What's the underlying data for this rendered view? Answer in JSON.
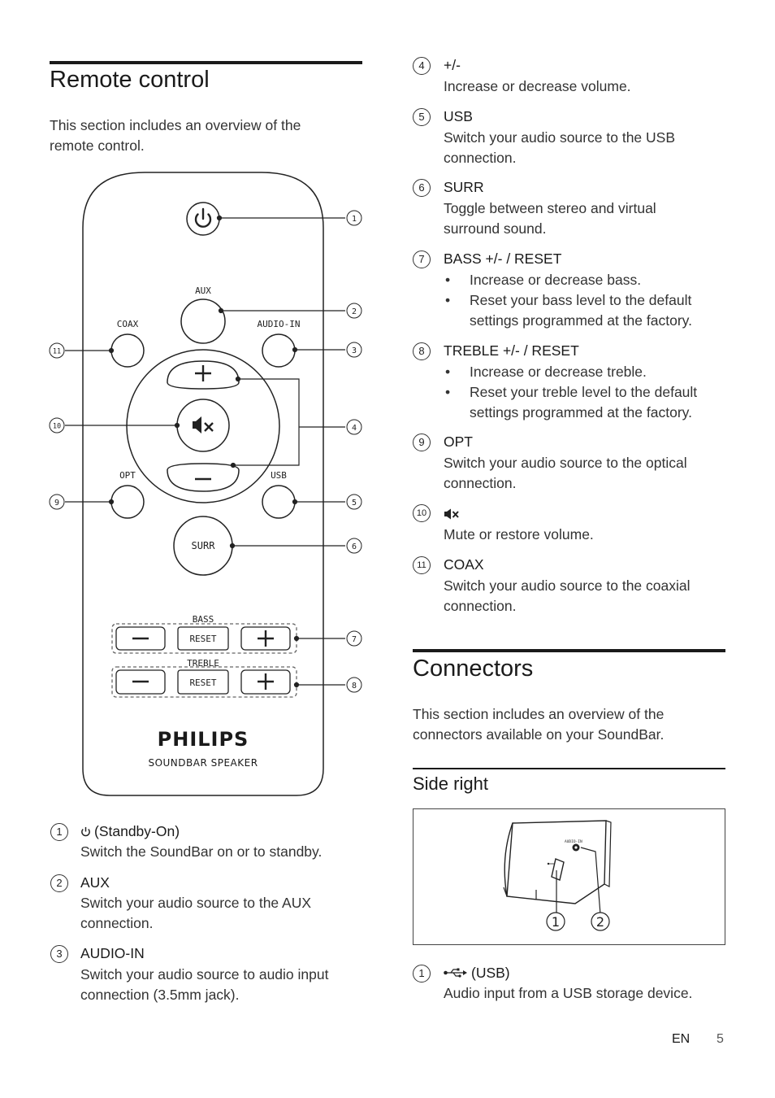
{
  "remote_section": {
    "title": "Remote control",
    "intro": "This section includes an overview of the remote control."
  },
  "remote_labels": {
    "aux": "AUX",
    "coax": "COAX",
    "audio_in": "AUDIO-IN",
    "opt": "OPT",
    "usb": "USB",
    "surr": "SURR",
    "bass": "BASS",
    "treble": "TREBLE",
    "reset": "RESET",
    "brand": "PHILIPS",
    "product": "SOUNDBAR SPEAKER"
  },
  "callouts": [
    "1",
    "2",
    "3",
    "4",
    "5",
    "6",
    "7",
    "8",
    "9",
    "10",
    "11"
  ],
  "left_items": [
    {
      "num": "1",
      "title": "(Standby-On)",
      "icon": "power-icon",
      "desc": "Switch the SoundBar on or to standby."
    },
    {
      "num": "2",
      "title": "AUX",
      "desc": "Switch your audio source to the AUX connection."
    },
    {
      "num": "3",
      "title": "AUDIO-IN",
      "desc": "Switch your audio source to audio input connection (3.5mm jack)."
    }
  ],
  "right_items": [
    {
      "num": "4",
      "title": "+/-",
      "desc": "Increase or decrease volume."
    },
    {
      "num": "5",
      "title": "USB",
      "desc": "Switch your audio source to the USB connection."
    },
    {
      "num": "6",
      "title": "SURR",
      "desc": "Toggle between stereo and virtual surround sound."
    },
    {
      "num": "7",
      "title": "BASS +/- / RESET",
      "bullets": [
        "Increase or decrease bass.",
        "Reset your bass level to the default settings programmed at the factory."
      ]
    },
    {
      "num": "8",
      "title": "TREBLE +/- / RESET",
      "bullets": [
        "Increase or decrease treble.",
        "Reset your treble level to the default settings programmed at the factory."
      ]
    },
    {
      "num": "9",
      "title": "OPT",
      "desc": "Switch your audio source to the optical connection."
    },
    {
      "num": "10",
      "title": "",
      "icon": "mute-icon",
      "desc": "Mute or restore volume."
    },
    {
      "num": "11",
      "title": "COAX",
      "desc": "Switch your audio source to the coaxial connection."
    }
  ],
  "connectors_section": {
    "title": "Connectors",
    "intro": "This section includes an overview of the connectors available on your SoundBar.",
    "subtitle": "Side right",
    "diagram_callouts": [
      "1",
      "2"
    ],
    "diagram_labels": {
      "audio_in": "AUDIO-IN"
    },
    "items": [
      {
        "num": "1",
        "title": "(USB)",
        "icon": "usb-icon",
        "desc": "Audio input from a USB storage device."
      }
    ]
  },
  "footer": {
    "lang": "EN",
    "page": "5"
  }
}
